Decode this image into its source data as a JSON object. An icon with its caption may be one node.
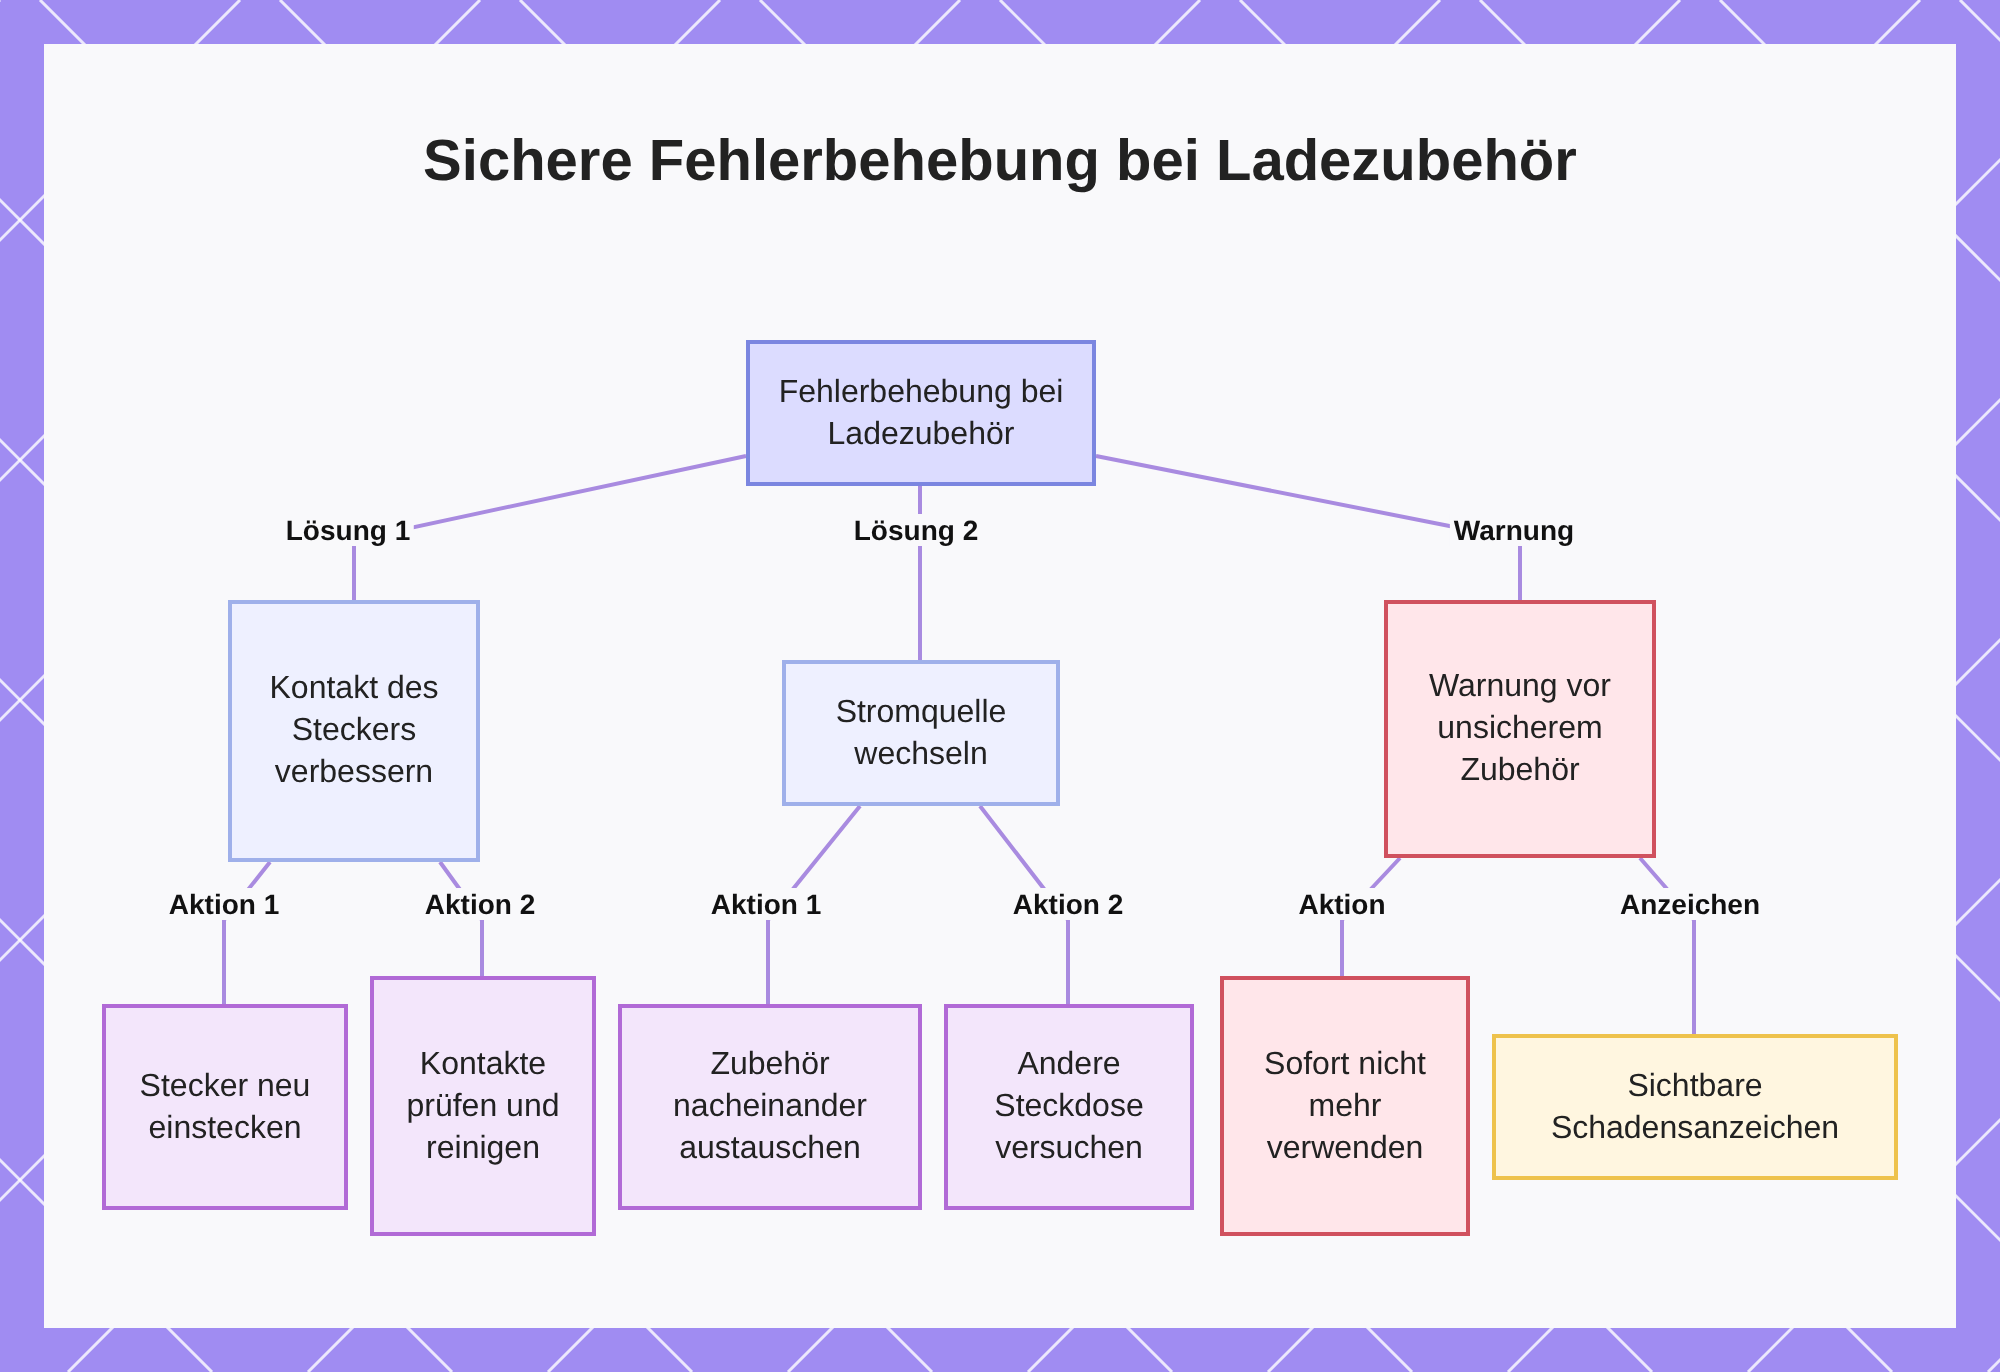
{
  "diagram": {
    "title": "Sichere Fehlerbehebung bei Ladezubehör",
    "nodes": [
      {
        "text": [
          "Fehlerbehebung bei Ladezubehör"
        ]
      },
      {
        "text": [
          "Kontakt des Steckers verbessern"
        ]
      },
      {
        "text": [
          "Stromquelle wechseln"
        ]
      },
      {
        "text": [
          "Warnung vor unsicherem Zubehör"
        ]
      },
      {
        "text": [
          "Stecker neu einstecken"
        ]
      },
      {
        "text": [
          "Kontakte prüfen und reinigen"
        ]
      },
      {
        "text": [
          "Zubehör nacheinander austauschen"
        ]
      },
      {
        "text": [
          "Andere Steckdose versuchen"
        ]
      },
      {
        "text": [
          "Sofort nicht mehr verwenden"
        ]
      },
      {
        "text": [
          "Sichtbare Schadensanzeichen"
        ]
      }
    ],
    "edges": [
      {
        "from": 0,
        "to": 1,
        "arrow": "none",
        "label": "Lösung 1"
      },
      {
        "from": 0,
        "to": 2,
        "arrow": "none",
        "label": "Lösung 2"
      },
      {
        "from": 0,
        "to": 3,
        "arrow": "none",
        "label": "Warnung"
      },
      {
        "from": 1,
        "to": 4,
        "arrow": "none",
        "label": "Aktion 1"
      },
      {
        "from": 1,
        "to": 5,
        "arrow": "none",
        "label": "Aktion 2"
      },
      {
        "from": 2,
        "to": 6,
        "arrow": "none",
        "label": "Aktion 1"
      },
      {
        "from": 2,
        "to": 7,
        "arrow": "none",
        "label": "Aktion 2"
      },
      {
        "from": 3,
        "to": 8,
        "arrow": "none",
        "label": "Aktion"
      },
      {
        "from": 3,
        "to": 9,
        "arrow": "none",
        "label": "Anzeichen"
      }
    ]
  }
}
